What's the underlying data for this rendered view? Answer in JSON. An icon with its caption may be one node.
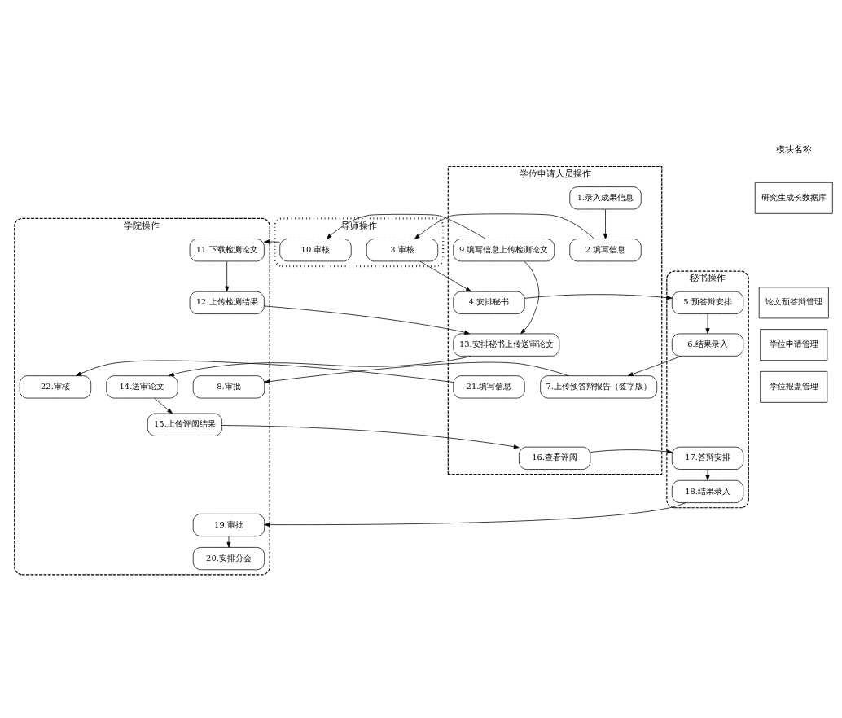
{
  "diagram": {
    "nodes": [
      {
        "text": [
          "学位申请人员操作"
        ]
      },
      {
        "text": [
          "导师操作"
        ]
      },
      {
        "text": [
          "秘书操作"
        ]
      },
      {
        "text": [
          "学院操作"
        ]
      },
      {
        "text": [
          "研究生成长数据库"
        ]
      },
      {
        "text": [
          "1.录入成果信息"
        ],
        "in": 0
      },
      {
        "text": [
          "论文预答辩管理"
        ]
      },
      {
        "text": [
          "2.填写信息"
        ],
        "in": 0
      },
      {
        "text": [
          "3.审核"
        ],
        "in": 1
      },
      {
        "text": [
          "4.安排秘书"
        ],
        "in": 0
      },
      {
        "text": [
          "5.预答辩安排"
        ],
        "in": 2
      },
      {
        "text": [
          "6.结果录入"
        ],
        "in": 2
      },
      {
        "text": [
          "7.上传预答辩报告（签字版）"
        ],
        "in": 0
      },
      {
        "text": [
          "8.审批"
        ],
        "in": 3
      },
      {
        "text": [
          "学位申请管理"
        ]
      },
      {
        "text": [
          "9.填写信息上传检测论文"
        ],
        "in": 0
      },
      {
        "text": [
          "10.审核"
        ],
        "in": 1
      },
      {
        "text": [
          "11.下载检测论文"
        ],
        "in": 3
      },
      {
        "text": [
          "12.上传检测结果"
        ],
        "in": 3
      },
      {
        "text": [
          "13.安排秘书上传送审论文"
        ],
        "in": 0
      },
      {
        "text": [
          "14.送审论文"
        ],
        "in": 3
      },
      {
        "text": [
          "15.上传评阅结果"
        ],
        "in": 3
      },
      {
        "text": [
          "16.查看评阅"
        ],
        "in": 0
      },
      {
        "text": [
          "17.答辩安排"
        ],
        "in": 2
      },
      {
        "text": [
          "18.结果录入"
        ],
        "in": 2
      },
      {
        "text": [
          "19.审批"
        ],
        "in": 3
      },
      {
        "text": [
          "20.安排分会"
        ],
        "in": 3
      },
      {
        "text": [
          "学位报盘管理"
        ]
      },
      {
        "text": [
          "21.填写信息"
        ],
        "in": 0
      },
      {
        "text": [
          "22.审核"
        ],
        "in": 3
      }
    ],
    "edges": [
      {
        "from": 5,
        "to": 7,
        "arrow": "to"
      },
      {
        "from": 7,
        "to": 8,
        "arrow": "to"
      },
      {
        "from": 8,
        "to": 9,
        "arrow": "to"
      },
      {
        "from": 9,
        "to": 10,
        "arrow": "to"
      },
      {
        "from": 10,
        "to": 11,
        "arrow": "to"
      },
      {
        "from": 11,
        "to": 12,
        "arrow": "to"
      },
      {
        "from": 12,
        "to": 13,
        "arrow": "to"
      },
      {
        "from": 15,
        "to": 16,
        "arrow": "to"
      },
      {
        "from": 16,
        "to": 17,
        "arrow": "to"
      },
      {
        "from": 15,
        "to": 19,
        "arrow": "to"
      },
      {
        "from": 17,
        "to": 18,
        "arrow": "to"
      },
      {
        "from": 18,
        "to": 19,
        "arrow": "to"
      },
      {
        "from": 19,
        "to": 20,
        "arrow": "to"
      },
      {
        "from": 20,
        "to": 21,
        "arrow": "to"
      },
      {
        "from": 21,
        "to": 22,
        "arrow": "to"
      },
      {
        "from": 22,
        "to": 23,
        "arrow": "to"
      },
      {
        "from": 23,
        "to": 24,
        "arrow": "to"
      },
      {
        "from": 24,
        "to": 25,
        "arrow": "to"
      },
      {
        "from": 25,
        "to": 26,
        "arrow": "to"
      },
      {
        "from": 28,
        "to": 29,
        "arrow": "to"
      }
    ],
    "labels": [
      "模块名称"
    ]
  }
}
